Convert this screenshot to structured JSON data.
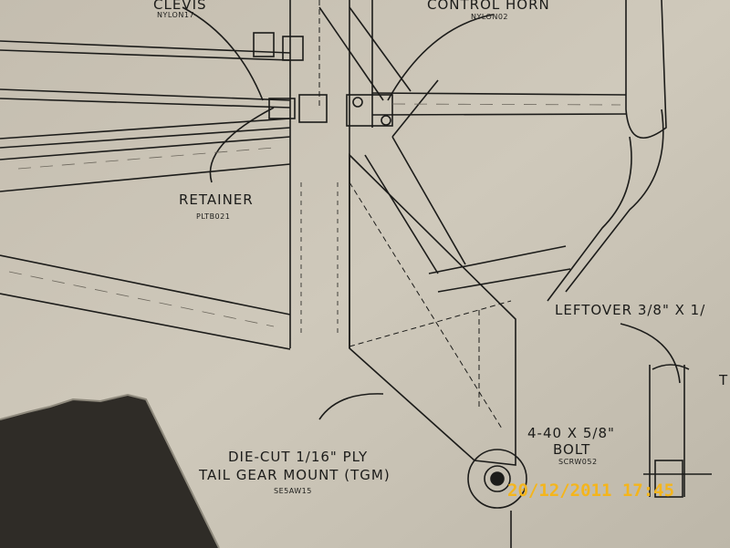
{
  "labels": {
    "clevis": "CLEVIS",
    "clevis_part": "NYLON17",
    "control_horn": "CONTROL HORN",
    "control_horn_part": "NYLON02",
    "retainer": "RETAINER",
    "retainer_part": "PLTB021",
    "leftover": "LEFTOVER 3/8\" X 1/",
    "bolt_size": "4-40 X 5/8\"",
    "bolt": "BOLT",
    "bolt_part": "SCRW052",
    "diecut_line1": "DIE-CUT 1/16\" PLY",
    "diecut_line2": "TAIL GEAR MOUNT (TGM)",
    "diecut_part": "SE5AW15",
    "edge_letter": "T"
  },
  "timestamp": "20/12/2011  17:45",
  "colors": {
    "paper": "#cbc5b7",
    "ink": "#1c1c1a",
    "table": "#2a2824",
    "timestamp": "#f4b51c"
  }
}
